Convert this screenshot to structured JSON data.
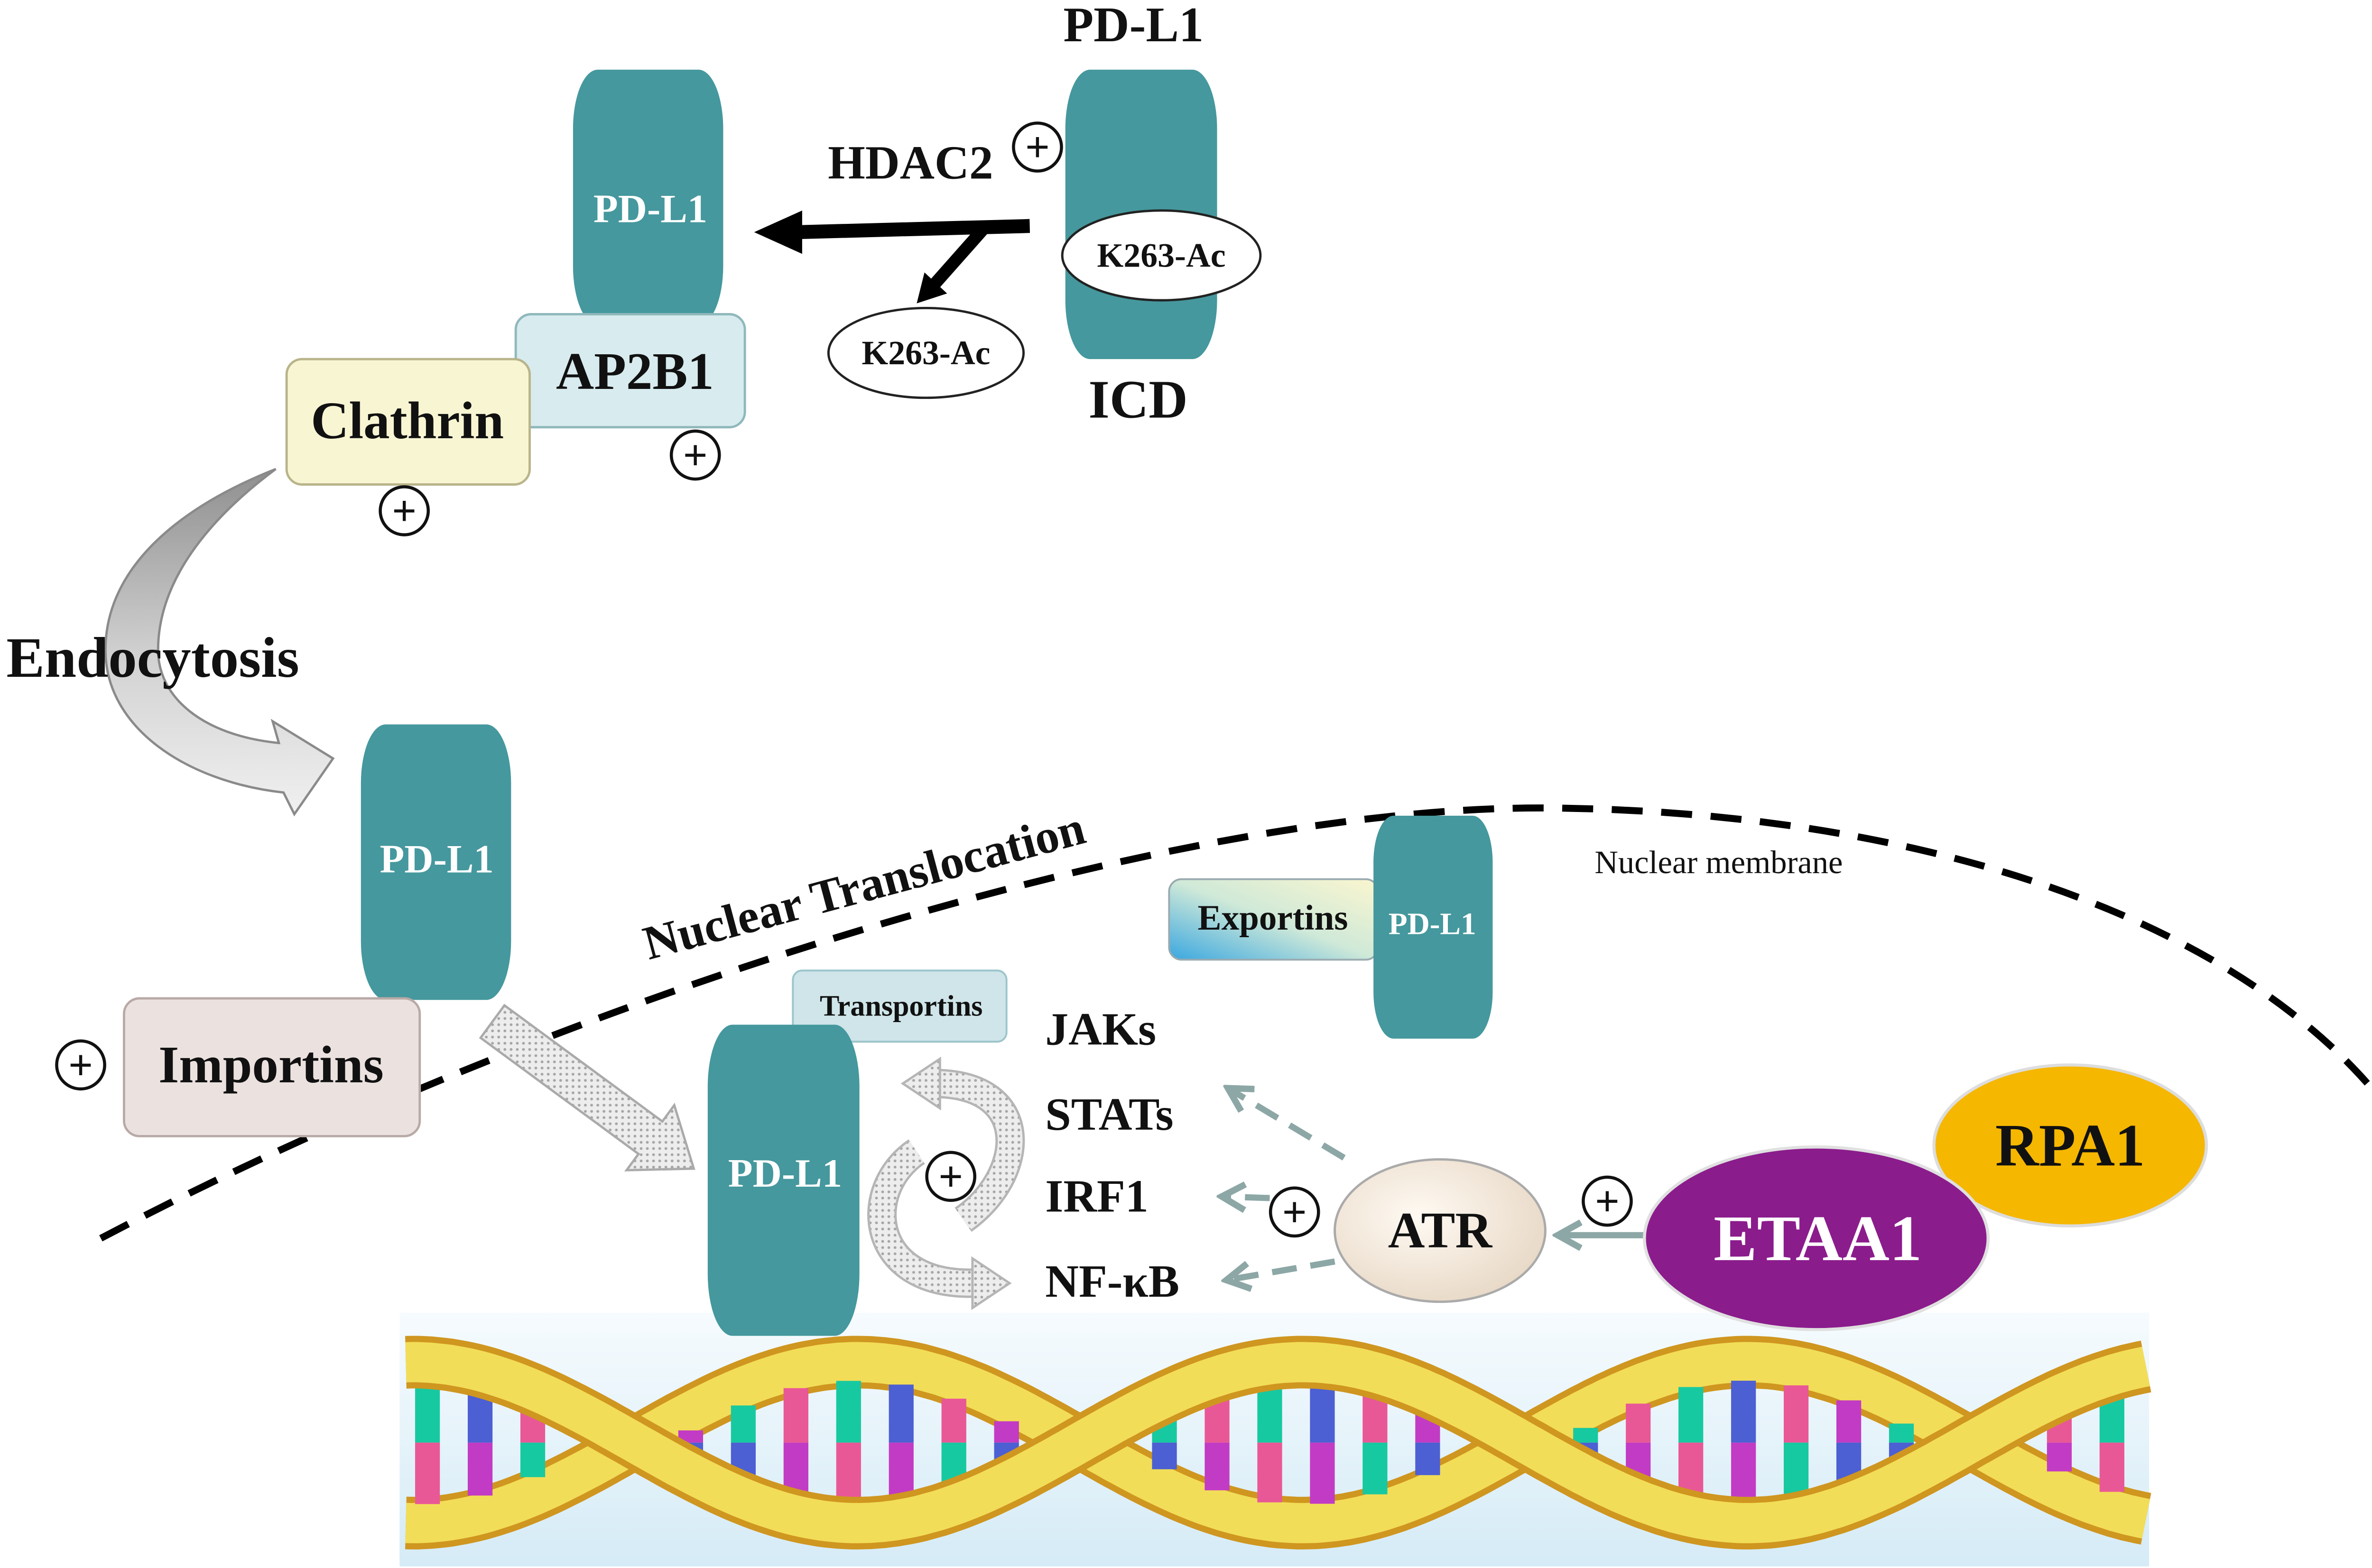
{
  "membrane_pdl1": {
    "label": "PD-L1",
    "domain": "ICD",
    "acetylation": "K263-Ac",
    "enzyme": "HDAC2",
    "removed_acetylation": "K263-Ac"
  },
  "endocytosis": {
    "pdl1_label": "PD-L1",
    "adaptor": "AP2B1",
    "coat": "Clathrin",
    "label": "Endocytosis"
  },
  "nuclear_translocation": {
    "pdl1_label": "PD-L1",
    "carrier": "Importins",
    "label": "Nuclear Translocation",
    "membrane_label": "Nuclear membrane"
  },
  "nucleus": {
    "exporter": "Exportins",
    "exported_pdl1_label": "PD-L1",
    "transporter": "Transportins",
    "pdl1_label": "PD-L1",
    "targets": [
      "JAKs",
      "STATs",
      "IRF1",
      "NF-κB"
    ],
    "kinase": "ATR",
    "activator": "ETAA1",
    "binding_partner": "RPA1"
  },
  "promotion_sign": "+",
  "colors": {
    "pdl1": "#45989d",
    "ap2b1_box": "#d8ebee",
    "clathrin_box": "#f8f5d3",
    "importins_box": "#ebe2e0",
    "transportins_box": "#cfe5e9",
    "etaa1": "#8b1c8c",
    "rpa1": "#f5b700",
    "signal_arrow": "#8ca7a6",
    "dna_backbone": "#f2dd58",
    "dna_backbone_edge": "#cf9620",
    "dna_bases": [
      "#17c9a0",
      "#e95896",
      "#4c5fd3",
      "#c23bc4"
    ]
  }
}
